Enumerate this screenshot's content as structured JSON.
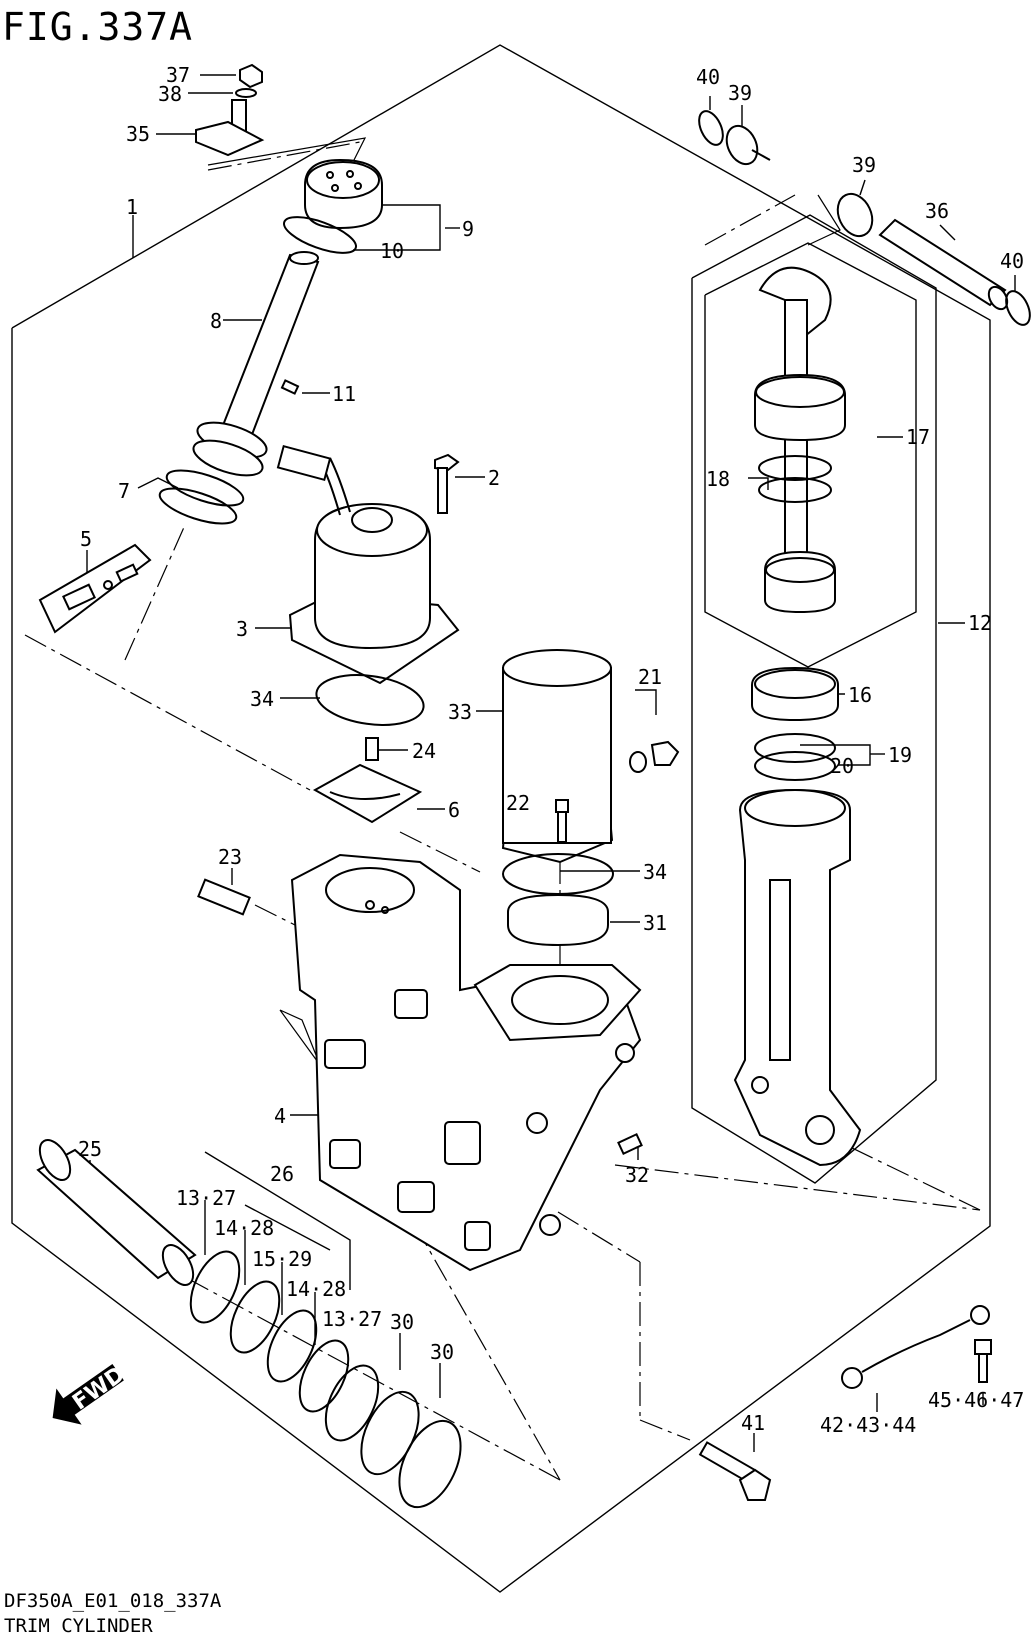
{
  "figure_title": "FIG.337A",
  "footer": {
    "code": "DF350A_E01_018_337A",
    "name": "TRIM CYLINDER"
  },
  "fwd_label": "FWD",
  "part_labels": [
    {
      "id": "p37",
      "text": "37"
    },
    {
      "id": "p38",
      "text": "38"
    },
    {
      "id": "p35",
      "text": "35"
    },
    {
      "id": "p1",
      "text": "1"
    },
    {
      "id": "p9",
      "text": "9"
    },
    {
      "id": "p10",
      "text": "10"
    },
    {
      "id": "p8",
      "text": "8"
    },
    {
      "id": "p11",
      "text": "11"
    },
    {
      "id": "p7",
      "text": "7"
    },
    {
      "id": "p2",
      "text": "2"
    },
    {
      "id": "p5",
      "text": "5"
    },
    {
      "id": "p3",
      "text": "3"
    },
    {
      "id": "p34a",
      "text": "34"
    },
    {
      "id": "p24",
      "text": "24"
    },
    {
      "id": "p6",
      "text": "6"
    },
    {
      "id": "p33",
      "text": "33"
    },
    {
      "id": "p21",
      "text": "21"
    },
    {
      "id": "p22",
      "text": "22"
    },
    {
      "id": "p34b",
      "text": "34"
    },
    {
      "id": "p31",
      "text": "31"
    },
    {
      "id": "p23",
      "text": "23"
    },
    {
      "id": "p4",
      "text": "4"
    },
    {
      "id": "p25",
      "text": "25"
    },
    {
      "id": "p26",
      "text": "26"
    },
    {
      "id": "p13_27a",
      "text": "13·27"
    },
    {
      "id": "p14_28a",
      "text": "14·28"
    },
    {
      "id": "p15_29",
      "text": "15·29"
    },
    {
      "id": "p14_28b",
      "text": "14·28"
    },
    {
      "id": "p13_27b",
      "text": "13·27"
    },
    {
      "id": "p30a",
      "text": "30"
    },
    {
      "id": "p30b",
      "text": "30"
    },
    {
      "id": "p32",
      "text": "32"
    },
    {
      "id": "p41",
      "text": "41"
    },
    {
      "id": "p42_44",
      "text": "42·43·44"
    },
    {
      "id": "p45_47",
      "text": "45·46·47"
    },
    {
      "id": "p40a",
      "text": "40"
    },
    {
      "id": "p39a",
      "text": "39"
    },
    {
      "id": "p39b",
      "text": "39"
    },
    {
      "id": "p36",
      "text": "36"
    },
    {
      "id": "p40b",
      "text": "40"
    },
    {
      "id": "p17",
      "text": "17"
    },
    {
      "id": "p18",
      "text": "18"
    },
    {
      "id": "p12",
      "text": "12"
    },
    {
      "id": "p16",
      "text": "16"
    },
    {
      "id": "p19",
      "text": "19"
    },
    {
      "id": "p20",
      "text": "20"
    }
  ]
}
